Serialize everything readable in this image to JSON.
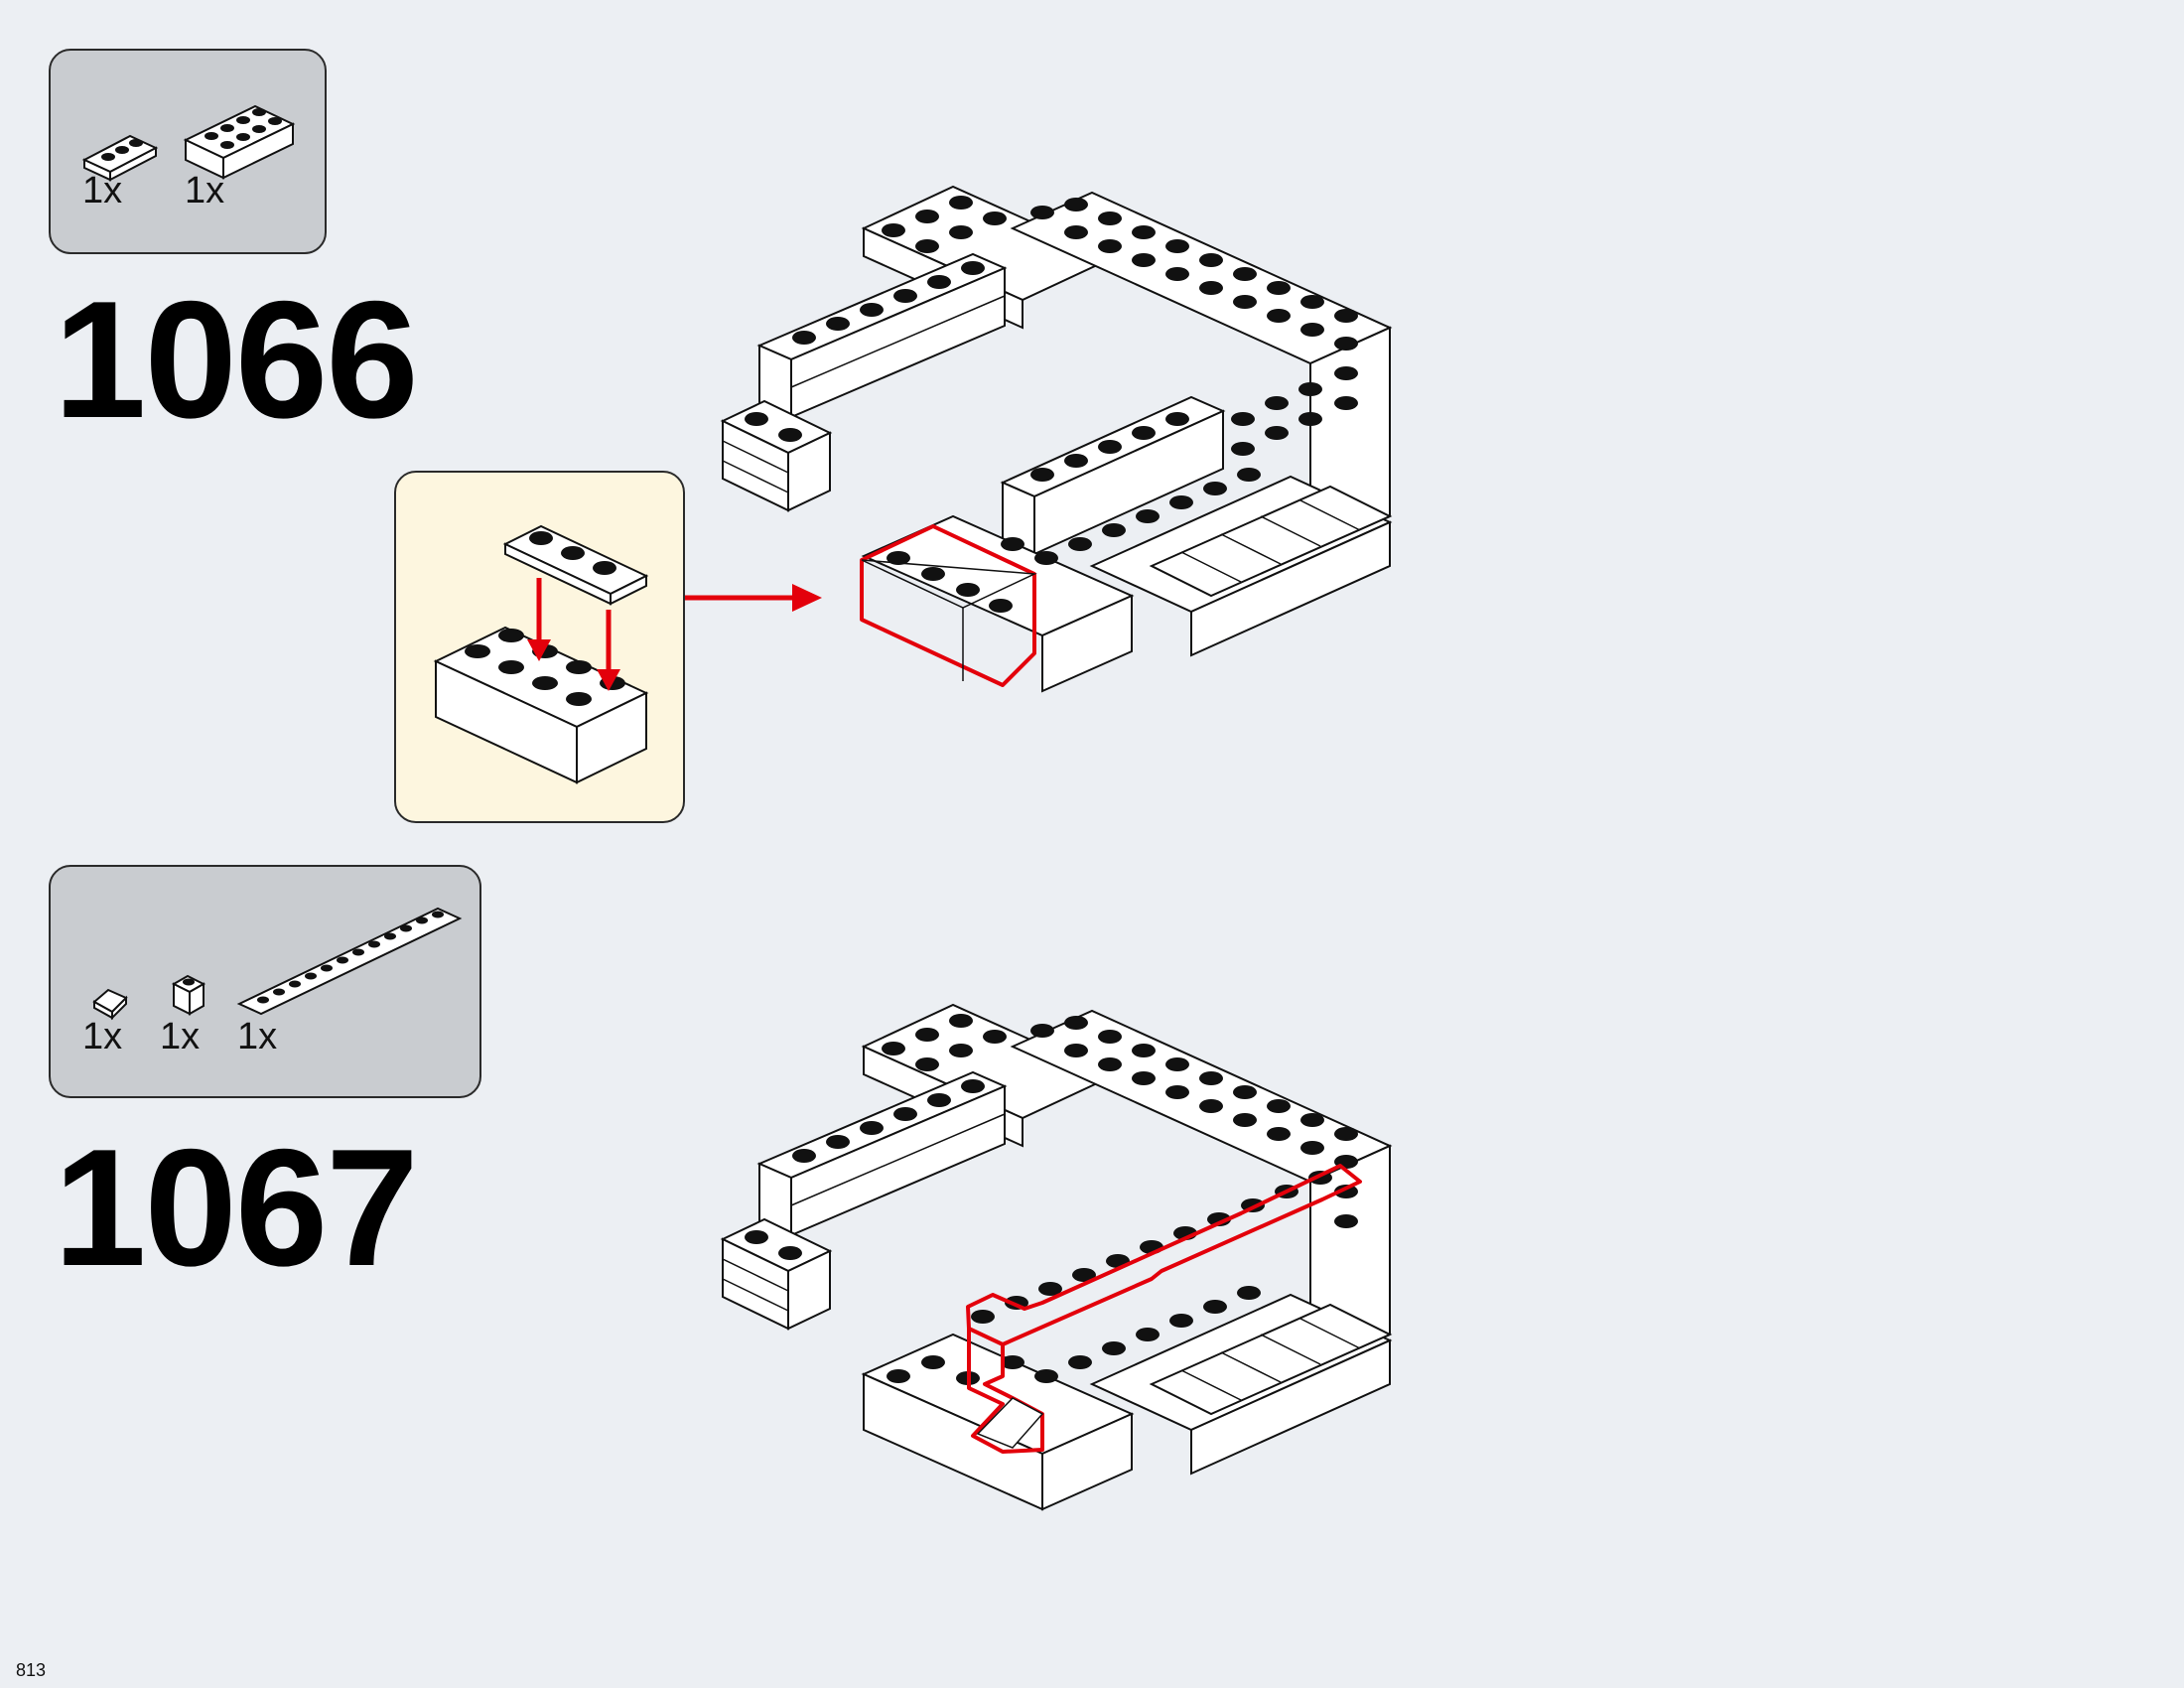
{
  "steps": [
    {
      "number": "1066",
      "parts": [
        {
          "icon": "plate-1x3-icon",
          "qty": "1x"
        },
        {
          "icon": "brick-2x4-icon",
          "qty": "1x"
        }
      ]
    },
    {
      "number": "1067",
      "parts": [
        {
          "icon": "slope-1x1-icon",
          "qty": "1x"
        },
        {
          "icon": "brick-1x1-icon",
          "qty": "1x"
        },
        {
          "icon": "plate-1x12-icon",
          "qty": "1x"
        }
      ]
    }
  ],
  "page_number": "813",
  "colors": {
    "background": "#eceff3",
    "parts_box": "#c9ccd0",
    "callout": "#fdf6df",
    "highlight": "#e3000b"
  }
}
